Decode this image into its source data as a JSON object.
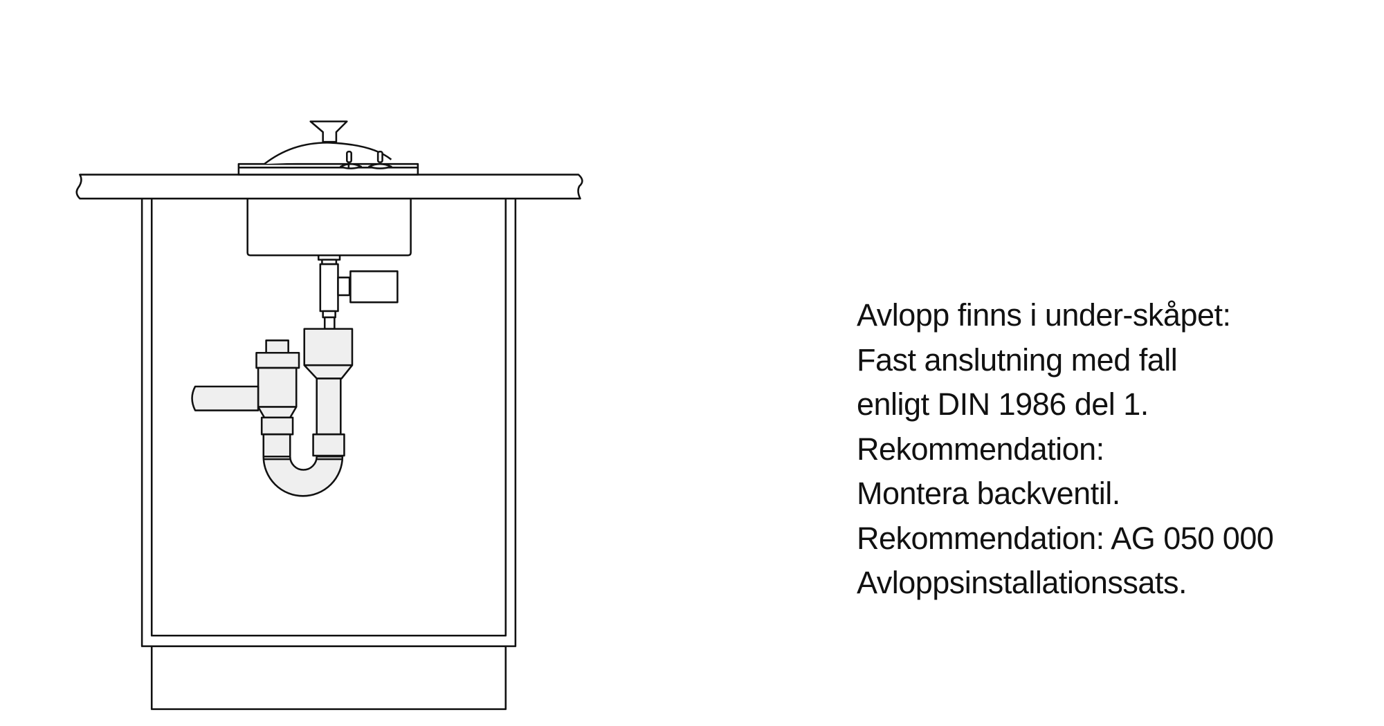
{
  "diagram": {
    "title": "Under-cabinet drain installation",
    "instructions": [
      "Avlopp finns i under-skåpet:",
      "Fast anslutning med fall",
      "enligt DIN 1986 del 1.",
      "Rekommendation:",
      "Montera backventil.",
      "Rekommendation: AG 050 000",
      "Avloppsinstallationssats."
    ]
  }
}
